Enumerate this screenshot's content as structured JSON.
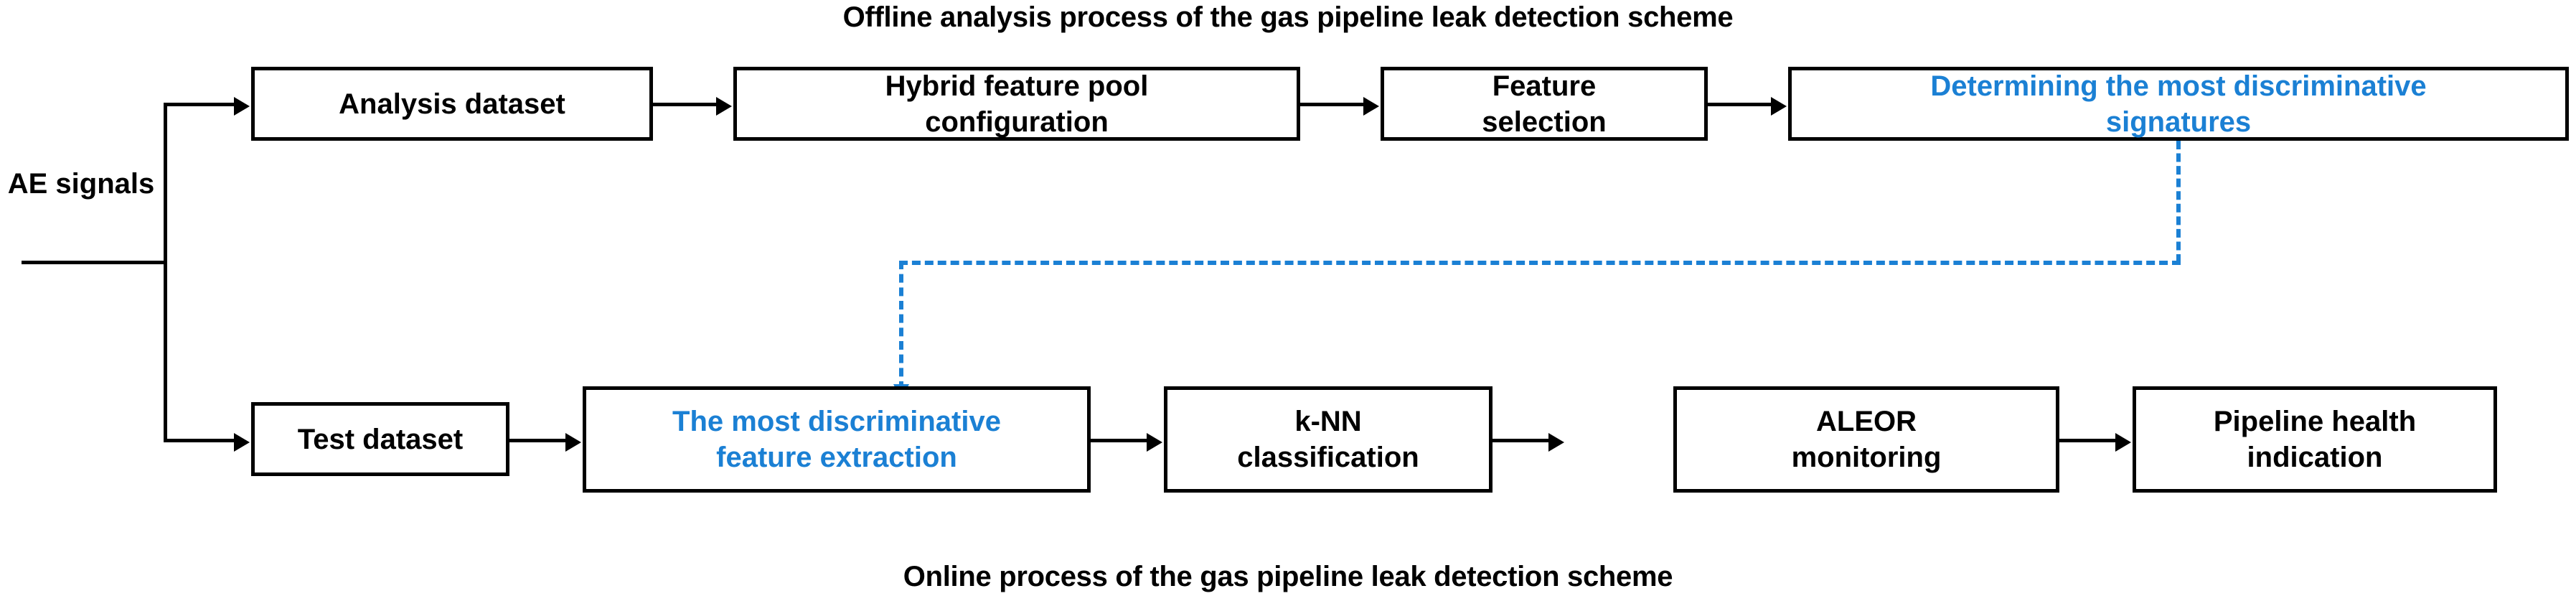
{
  "diagram": {
    "top_caption": "Offline analysis process of the gas pipeline leak detection scheme",
    "bottom_caption": "Online process of the gas pipeline leak detection scheme",
    "input_label_line1": "AE",
    "input_label_line2": "signals",
    "offline_row": [
      {
        "id": "analysis-dataset",
        "line1": "Analysis dataset",
        "line2": "",
        "color": "#000000"
      },
      {
        "id": "hybrid-feature-pool",
        "line1": "Hybrid feature pool",
        "line2": "configuration",
        "color": "#000000"
      },
      {
        "id": "feature-selection",
        "line1": "Feature",
        "line2": "selection",
        "color": "#000000"
      },
      {
        "id": "determining-signatures",
        "line1": "Determining the most discriminative",
        "line2": "signatures",
        "color": "#1b80d4"
      }
    ],
    "online_row": [
      {
        "id": "test-dataset",
        "line1": "Test dataset",
        "line2": "",
        "color": "#000000"
      },
      {
        "id": "feature-extraction",
        "line1": "The most discriminative",
        "line2": "feature extraction",
        "color": "#1b80d4"
      },
      {
        "id": "knn-classification",
        "line1": "k-NN",
        "line2": "classification",
        "color": "#000000"
      },
      {
        "id": "aleor-monitoring",
        "line1": "ALEOR",
        "line2": "monitoring",
        "color": "#000000"
      },
      {
        "id": "pipeline-health",
        "line1": "Pipeline health",
        "line2": "indication",
        "color": "#000000"
      }
    ],
    "colors": {
      "accent_blue": "#1b80d4",
      "line_black": "#000000",
      "background": "#ffffff"
    }
  }
}
